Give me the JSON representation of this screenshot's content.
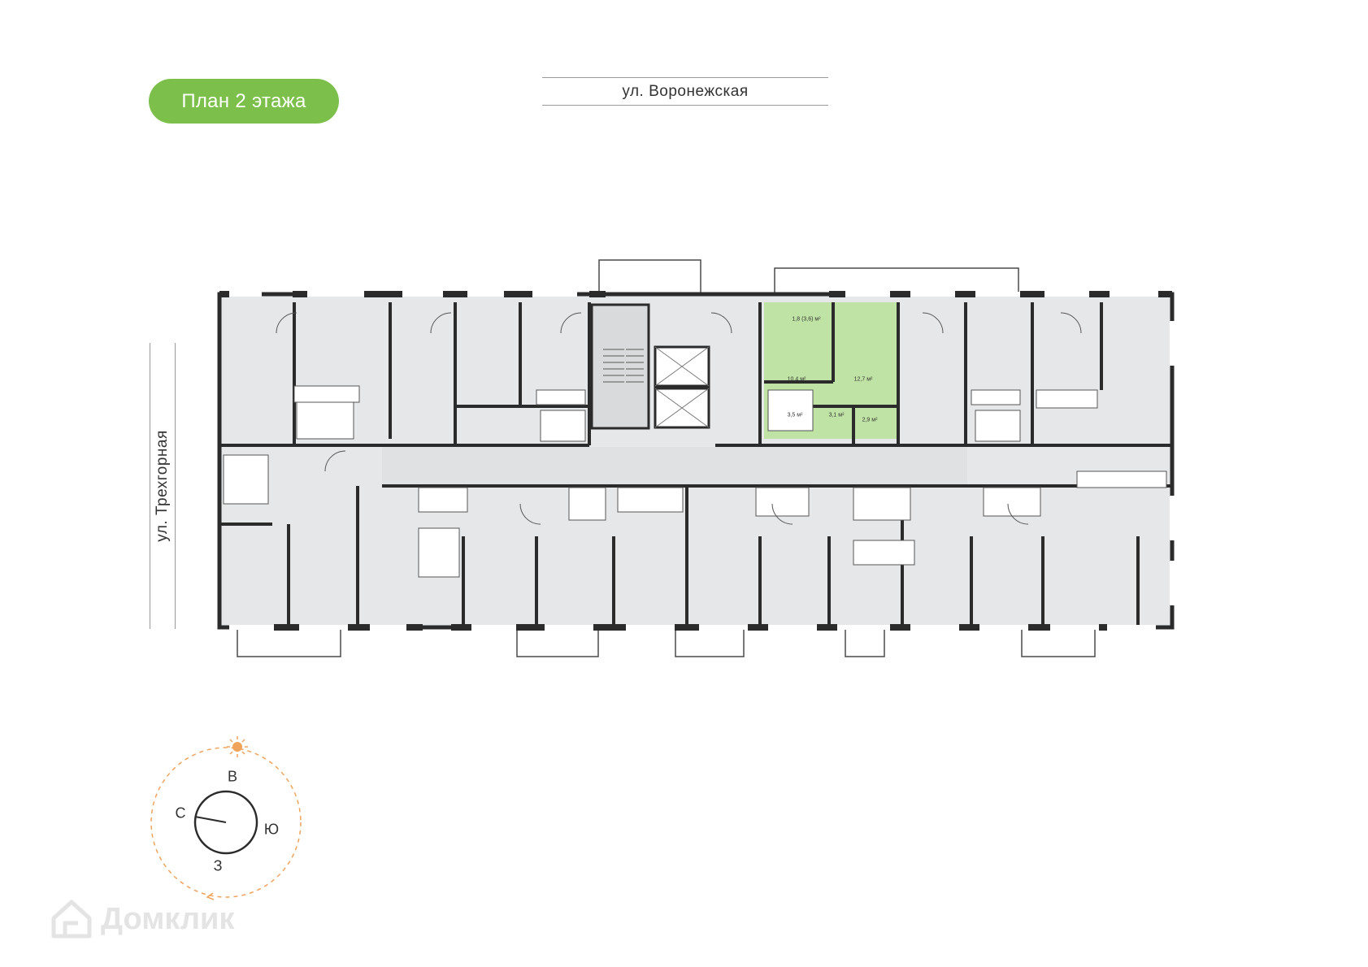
{
  "floor_label": "План 2 этажа",
  "streets": {
    "top": "ул. Воронежская",
    "left": "ул. Трехгорная"
  },
  "highlighted_apartment": {
    "rooms": {
      "balcony": "1,8 (3,6) м²",
      "kitchen": "10,4 м²",
      "bedroom": "12,7 м²",
      "bathroom": "3,5 м²",
      "hall": "3,1 м²",
      "wc": "2,9 м²"
    }
  },
  "compass": {
    "north": "С",
    "east": "В",
    "south": "Ю",
    "west": "З"
  },
  "watermark": "Домклик",
  "colors": {
    "accent_green": "#7cc04b",
    "apartment_highlight": "#bfe3a4",
    "room_fill": "#e6e7e9",
    "walls": "#2b2b2b",
    "sun": "#f0a35a"
  }
}
